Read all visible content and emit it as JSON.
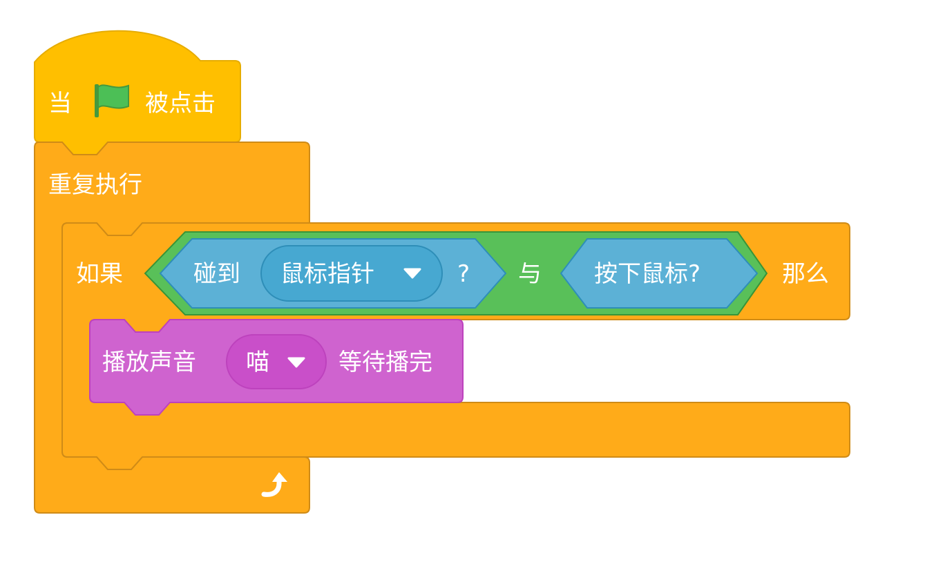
{
  "script": {
    "hat_block": {
      "prefix": "当",
      "icon": "green-flag-icon",
      "suffix": "被点击"
    },
    "forever_block": {
      "label": "重复执行",
      "icon": "loop-arrow-icon"
    },
    "if_block": {
      "prefix": "如果",
      "suffix": "那么",
      "condition": {
        "operator": "与",
        "left": {
          "prefix": "碰到",
          "dropdown_value": "鼠标指针",
          "suffix": "?"
        },
        "right": {
          "label": "按下鼠标?"
        }
      }
    },
    "sound_block": {
      "prefix": "播放声音",
      "dropdown_value": "喵",
      "suffix": "等待播完"
    }
  },
  "colors": {
    "events": "#FFBF00",
    "control": "#FFAB19",
    "control_shadow": "#CF8B17",
    "sensing": "#5CB1D6",
    "sensing_dark": "#47A8D1",
    "sensing_border": "#2E8EB8",
    "operators": "#59C059",
    "operators_border": "#389438",
    "sound": "#CF63CF",
    "sound_dark": "#C94FC9",
    "sound_border": "#BD42BD",
    "flag_green": "#4CBF56"
  }
}
